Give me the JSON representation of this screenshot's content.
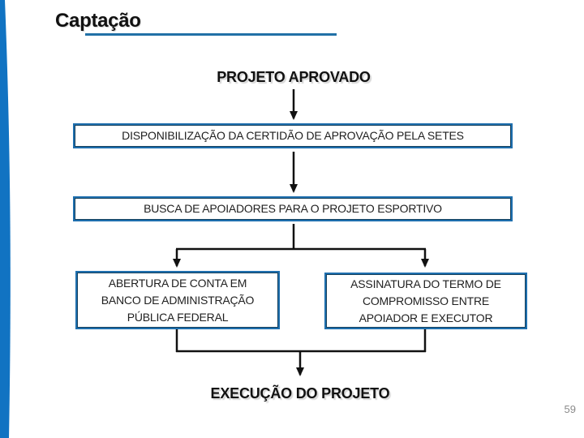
{
  "slide": {
    "title": "Captação",
    "page_number": "59"
  },
  "colors": {
    "stripe_blue": "#1173c2",
    "title_underline_blue": "#2170a6",
    "box_border_blue": "#1e6fae",
    "box_border_inner_dark": "#16405c",
    "connector_black": "#111111",
    "text_black": "#1a1a1a",
    "page_number_gray": "#8a8a8a"
  },
  "flowchart": {
    "start_label": "PROJETO APROVADO",
    "steps": [
      {
        "id": "setes",
        "label": "DISPONIBILIZAÇÃO DA CERTIDÃO DE APROVAÇÃO PELA SETES"
      },
      {
        "id": "busca",
        "label": "BUSCA DE APOIADORES PARA O PROJETO ESPORTIVO"
      },
      {
        "id": "conta",
        "label": "ABERTURA DE CONTA EM BANCO DE ADMINISTRAÇÃO PÚBLICA FEDERAL",
        "lines": [
          "ABERTURA DE CONTA EM",
          "BANCO DE ADMINISTRAÇÃO",
          "PÚBLICA FEDERAL"
        ]
      },
      {
        "id": "termo",
        "label": "ASSINATURA DO TERMO DE COMPROMISSO ENTRE APOIADOR E EXECUTOR",
        "lines": [
          "ASSINATURA DO TERMO DE",
          "COMPROMISSO ENTRE",
          "APOIADOR E EXECUTOR"
        ]
      }
    ],
    "end_label": "EXECUÇÃO DO PROJETO"
  }
}
